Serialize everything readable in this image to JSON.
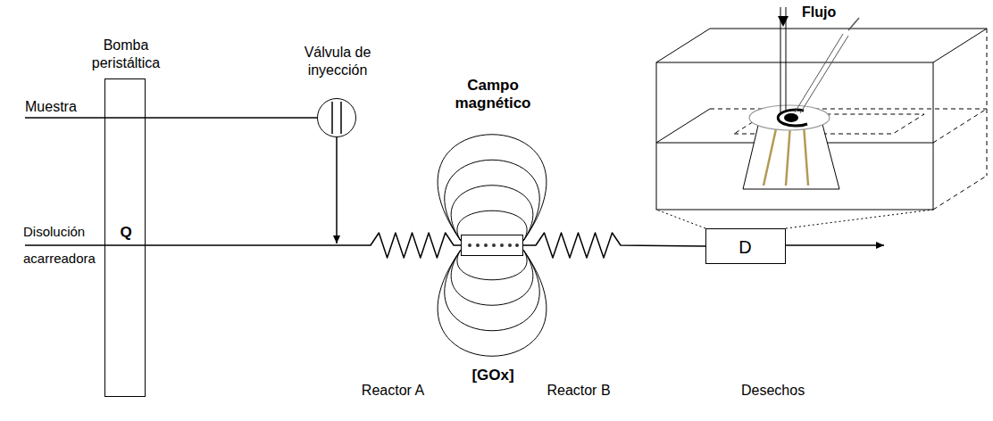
{
  "diagram": {
    "nodes": [
      {
        "text": [
          "Bomba peristáltica",
          "Q"
        ]
      },
      {
        "text": [
          "Válvula de inyección"
        ]
      },
      {
        "text": [
          "Campo magnético",
          "[GOx]"
        ]
      },
      {
        "text": [
          "D"
        ]
      }
    ],
    "edges": [
      {
        "from": 0,
        "to": 1,
        "arrow": "none"
      },
      {
        "from": 1,
        "to": 2,
        "arrow": "to"
      },
      {
        "from": 0,
        "to": 2,
        "arrow": "none"
      },
      {
        "from": 2,
        "to": 3,
        "arrow": "none"
      }
    ],
    "labels": [
      "Muestra",
      "Disolución acarreadora",
      "Reactor A",
      "Reactor B",
      "Desechos",
      "Flujo"
    ]
  }
}
